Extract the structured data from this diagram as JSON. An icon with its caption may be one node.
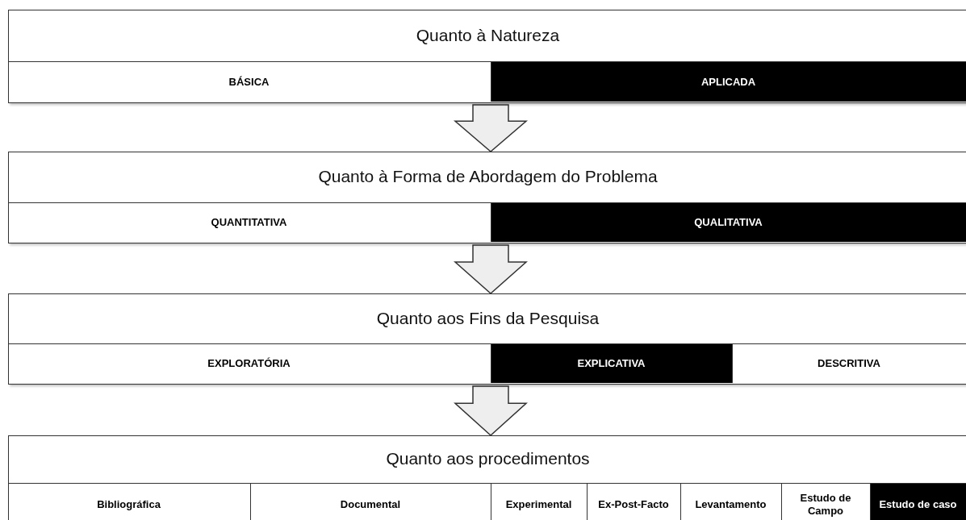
{
  "diagram": {
    "nodes": [
      {
        "text": [
          "Quanto à Natureza"
        ]
      },
      {
        "text": [
          "BÁSICA"
        ],
        "in": 0
      },
      {
        "text": [
          "APLICADA"
        ],
        "in": 0
      },
      {
        "text": [
          "Quanto à Forma de Abordagem do Problema"
        ]
      },
      {
        "text": [
          "QUANTITATIVA"
        ],
        "in": 3
      },
      {
        "text": [
          "QUALITATIVA"
        ],
        "in": 3
      },
      {
        "text": [
          "Quanto aos Fins da Pesquisa"
        ]
      },
      {
        "text": [
          "EXPLORATÓRIA"
        ],
        "in": 6
      },
      {
        "text": [
          "EXPLICATIVA"
        ],
        "in": 6
      },
      {
        "text": [
          "DESCRITIVA"
        ],
        "in": 6
      },
      {
        "text": [
          "Quanto aos procedimentos"
        ]
      },
      {
        "text": [
          "Bibliográfica"
        ],
        "in": 10
      },
      {
        "text": [
          "Documental"
        ],
        "in": 10
      },
      {
        "text": [
          "Experimental"
        ],
        "in": 10
      },
      {
        "text": [
          "Ex-Post-Facto"
        ],
        "in": 10
      },
      {
        "text": [
          "Levantamento"
        ],
        "in": 10
      },
      {
        "text": [
          "Estudo de Campo"
        ],
        "in": 10
      },
      {
        "text": [
          "Estudo de caso"
        ],
        "in": 10
      }
    ],
    "edges": [
      {
        "from": 0,
        "to": 3,
        "arrow": "to"
      },
      {
        "from": 3,
        "to": 6,
        "arrow": "to"
      },
      {
        "from": 6,
        "to": 10,
        "arrow": "to"
      }
    ]
  }
}
